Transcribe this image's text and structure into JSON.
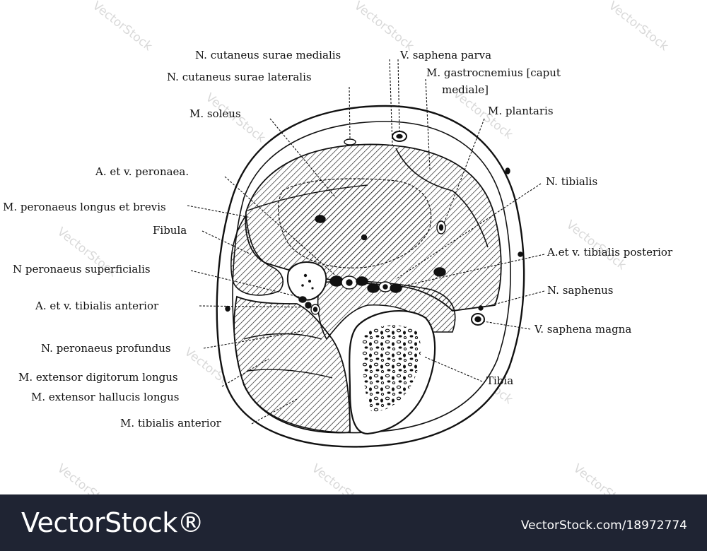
{
  "labels": {
    "n_cut_medialis": "N. cutaneus surae medialis",
    "v_saphena_parva": "V. saphena parva",
    "n_cut_lateralis": "N. cutaneus surae lateralis",
    "m_gastrocnemius_1": "M. gastrocnemius [caput",
    "m_gastrocnemius_2": "mediale]",
    "m_plantaris": "M. plantaris",
    "m_soleus": "M. soleus",
    "a_v_peronaea": "A. et v. peronaea.",
    "n_tibialis": "N. tibialis",
    "m_peronaeus": "M. peronaeus longus  et brevis",
    "fibula": "Fibula",
    "a_v_tib_post": "A.et v. tibialis posterior",
    "n_peron_superf": "N  peronaeus superficialis",
    "n_saphenus": "N. saphenus",
    "a_v_tib_ant": "A. et v. tibialis anterior",
    "v_saphena_magna": "V. saphena magna",
    "n_peron_prof": "N. peronaeus profundus",
    "tibia": "Tibia",
    "m_ext_dig": "M. extensor digitorum longus",
    "m_ext_hal": "M. extensor hallucis longus",
    "m_tib_ant": "M. tibialis anterior"
  },
  "watermark": "VectorStock",
  "footer": {
    "brand": "VectorStock®",
    "url": "VectorStock.com/18972774"
  },
  "colors": {
    "footer_bg": "#1f2433",
    "ink": "#111111"
  }
}
